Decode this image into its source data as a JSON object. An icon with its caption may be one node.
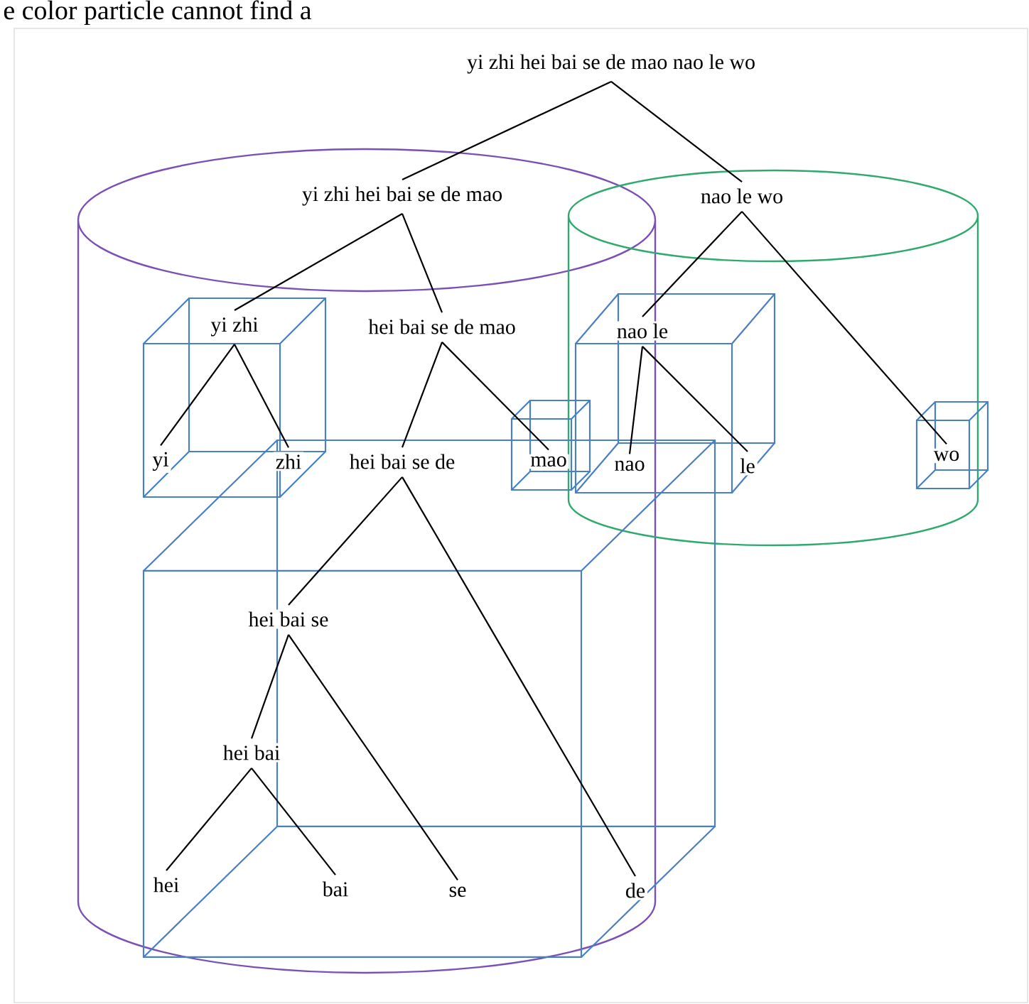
{
  "diagram": {
    "nodes": [
      {
        "text": [
          "yi zhi hei bai se de mao nao le wo"
        ]
      },
      {
        "text": [
          "yi zhi hei bai se de mao"
        ]
      },
      {
        "text": [
          "nao le wo"
        ]
      },
      {
        "text": [
          "yi zhi"
        ]
      },
      {
        "text": [
          "hei bai se de mao"
        ]
      },
      {
        "text": [
          "nao le"
        ]
      },
      {
        "text": [
          "yi"
        ]
      },
      {
        "text": [
          "zhi"
        ]
      },
      {
        "text": [
          "hei bai se de"
        ]
      },
      {
        "text": [
          "mao"
        ]
      },
      {
        "text": [
          "nao"
        ]
      },
      {
        "text": [
          "le"
        ]
      },
      {
        "text": [
          "wo"
        ]
      },
      {
        "text": [
          "hei bai se"
        ]
      },
      {
        "text": [
          "de"
        ]
      },
      {
        "text": [
          "hei bai"
        ]
      },
      {
        "text": [
          "se"
        ]
      },
      {
        "text": [
          "hei"
        ]
      },
      {
        "text": [
          "bai"
        ]
      }
    ],
    "edges": [
      {
        "from": 0,
        "to": 1,
        "arrow": "none"
      },
      {
        "from": 0,
        "to": 2,
        "arrow": "none"
      },
      {
        "from": 1,
        "to": 3,
        "arrow": "none"
      },
      {
        "from": 1,
        "to": 4,
        "arrow": "none"
      },
      {
        "from": 2,
        "to": 5,
        "arrow": "none"
      },
      {
        "from": 2,
        "to": 12,
        "arrow": "none"
      },
      {
        "from": 3,
        "to": 6,
        "arrow": "none"
      },
      {
        "from": 3,
        "to": 7,
        "arrow": "none"
      },
      {
        "from": 4,
        "to": 8,
        "arrow": "none"
      },
      {
        "from": 4,
        "to": 9,
        "arrow": "none"
      },
      {
        "from": 5,
        "to": 10,
        "arrow": "none"
      },
      {
        "from": 5,
        "to": 11,
        "arrow": "none"
      },
      {
        "from": 8,
        "to": 13,
        "arrow": "none"
      },
      {
        "from": 8,
        "to": 14,
        "arrow": "none"
      },
      {
        "from": 13,
        "to": 15,
        "arrow": "none"
      },
      {
        "from": 13,
        "to": 16,
        "arrow": "none"
      },
      {
        "from": 15,
        "to": 17,
        "arrow": "none"
      },
      {
        "from": 15,
        "to": 18,
        "arrow": "none"
      }
    ],
    "labels": [
      "e color particle cannot find a"
    ]
  }
}
